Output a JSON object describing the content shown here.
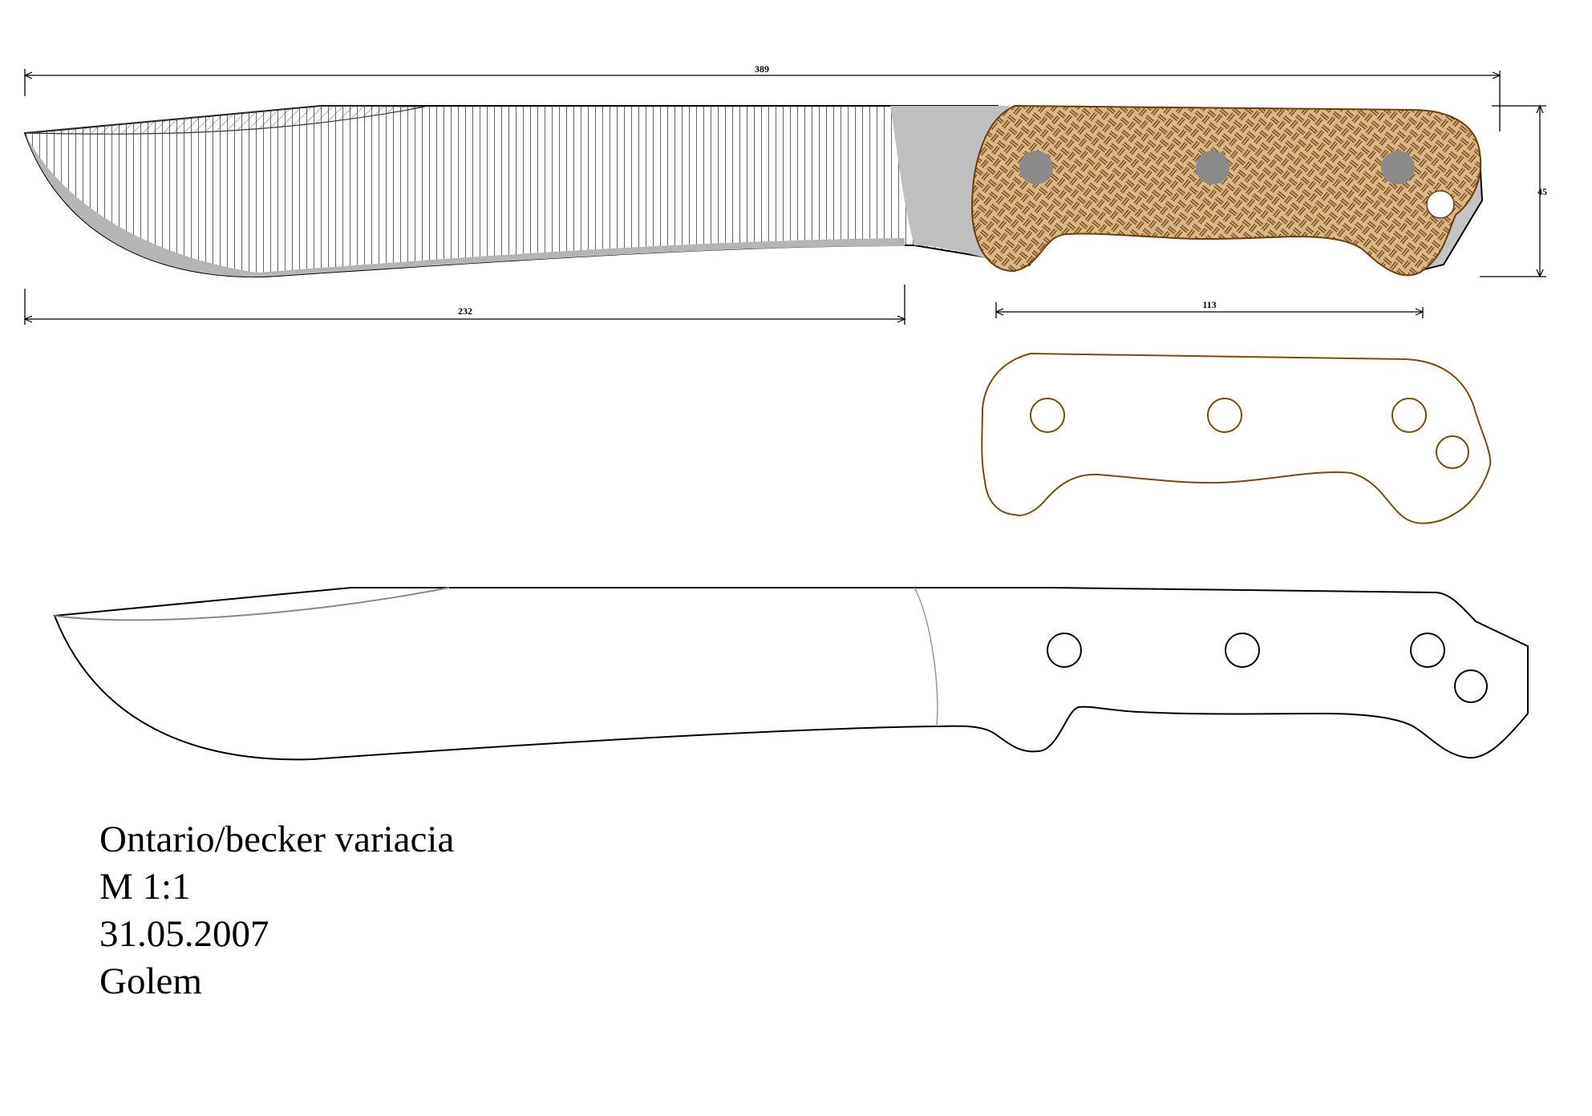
{
  "dimensions": {
    "overall_length": "389",
    "blade_length": "232",
    "handle_scale_length": "113",
    "height": "45"
  },
  "caption": {
    "title": "Ontario/becker variacia",
    "scale": "M 1:1",
    "date": "31.05.2007",
    "author": "Golem"
  },
  "colors": {
    "outline": "#000000",
    "scale_wood": "#c8a464",
    "scale_hatch": "#7a4a10",
    "steel_gray": "#bdbdbd",
    "pin": "#8a8a8a"
  }
}
